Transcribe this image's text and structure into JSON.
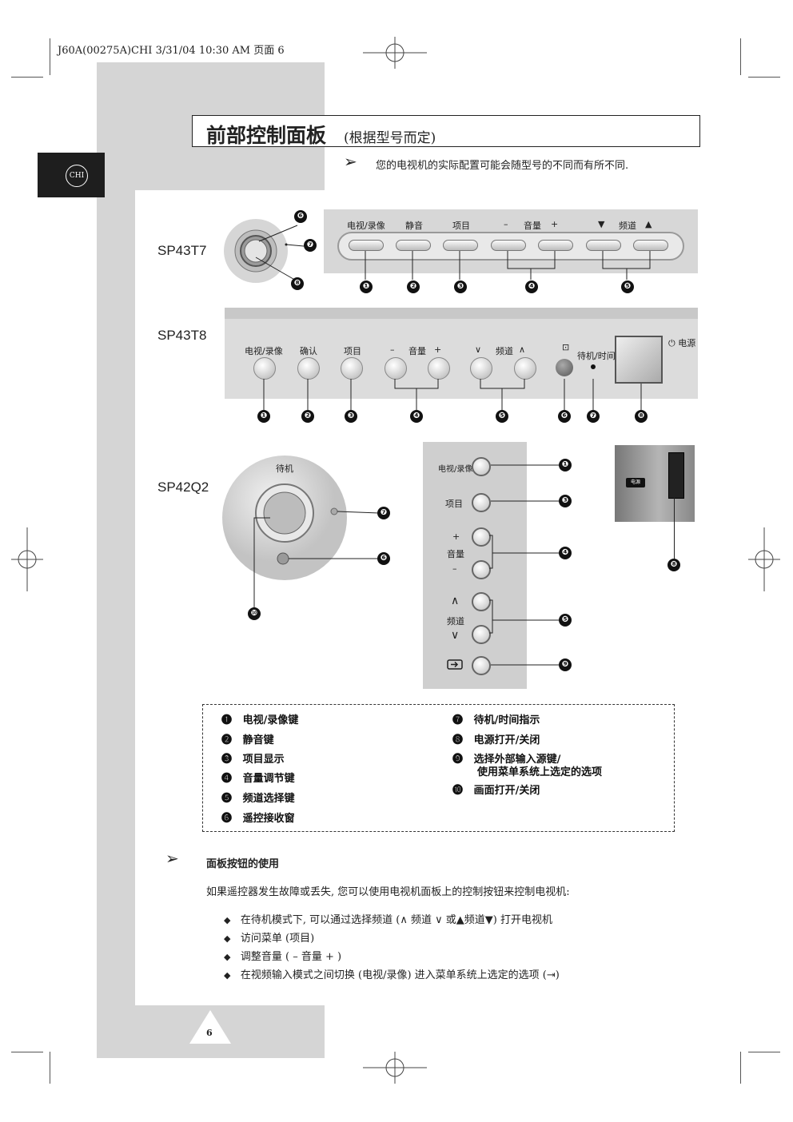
{
  "print_header": "J60A(00275A)CHI  3/31/04  10:30 AM  页面 6",
  "lang_tab": "CHI",
  "title": {
    "main": "前部控制面板",
    "sub": "(根据型号而定)"
  },
  "note": "您的电视机的实际配置可能会随型号的不同而有所不同.",
  "models": {
    "m1": "SP43T7",
    "m2": "SP43T8",
    "m3": "SP42Q2"
  },
  "panel1": {
    "labels": {
      "tv_video": "电视/录像",
      "mute": "静音",
      "menu": "项目",
      "vol_minus": "–",
      "volume": "音量",
      "vol_plus": "+",
      "ch_down": "▼",
      "channel": "频道",
      "ch_up": "▲"
    },
    "callouts": [
      "❶",
      "❷",
      "❸",
      "❹",
      "❺"
    ],
    "knob_callouts": [
      "❻",
      "❼",
      "❽"
    ]
  },
  "panel2": {
    "labels": {
      "tv_video": "电视/录像",
      "confirm": "确认",
      "menu": "项目",
      "vol_minus": "–",
      "volume": "音量",
      "vol_plus": "+",
      "ch_down": "∨",
      "channel": "频道",
      "ch_up": "∧",
      "sensor": "⊡",
      "standby": "待机/时间",
      "power": "⏻ 电源"
    },
    "callouts": [
      "❶",
      "❷",
      "❸",
      "❹",
      "❺",
      "❻",
      "❼",
      "❽"
    ]
  },
  "panel3": {
    "standby_label": "待机",
    "side_labels": {
      "tv_video": "电视/录像",
      "menu": "项目",
      "plus": "+",
      "volume": "音量",
      "minus": "–",
      "up": "∧",
      "channel": "频道",
      "down": "∨"
    },
    "power_tag": "电源",
    "callouts": {
      "c1": "❶",
      "c3": "❸",
      "c4": "❹",
      "c5": "❺",
      "c9": "❾",
      "c6": "❻",
      "c7": "❼",
      "c8": "❽",
      "c10": "❿"
    }
  },
  "legend": {
    "left": [
      {
        "num": "❶",
        "text": "电视/录像键"
      },
      {
        "num": "❷",
        "text": "静音键"
      },
      {
        "num": "❸",
        "text": "项目显示"
      },
      {
        "num": "❹",
        "text": "音量调节键"
      },
      {
        "num": "❺",
        "text": "频道选择键"
      },
      {
        "num": "❻",
        "text": "遥控接收窗"
      }
    ],
    "right": [
      {
        "num": "❼",
        "text": "待机/时间指示"
      },
      {
        "num": "❽",
        "text": "电源打开/关闭"
      },
      {
        "num": "❾",
        "text": "选择外部输入源键/",
        "text2": "使用菜单系统上选定的选项"
      },
      {
        "num": "❿",
        "text": "画面打开/关闭"
      }
    ]
  },
  "usage": {
    "heading": "面板按钮的使用",
    "intro": "如果遥控器发生故障或丢失, 您可以使用电视机面板上的控制按钮来控制电视机:",
    "bullets": [
      "在待机模式下, 可以通过选择频道 (∧ 频道 ∨ 或▲频道▼) 打开电视机",
      "访问菜单 (项目)",
      "调整音量 ( – 音量 + )",
      "在视频输入模式之间切换 (电视/录像) 进入菜单系统上选定的选项 (⇥)"
    ]
  },
  "page_number": "6"
}
